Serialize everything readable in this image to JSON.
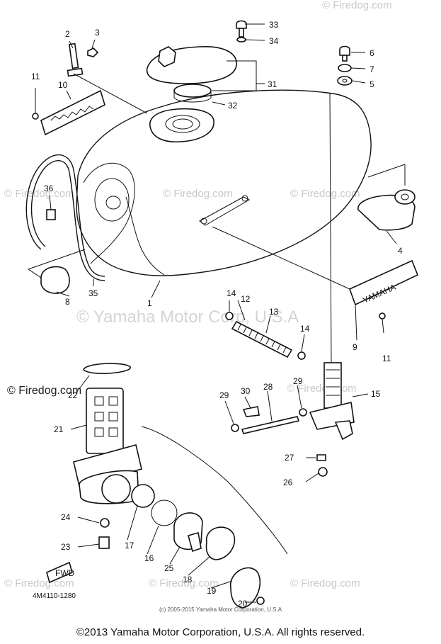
{
  "watermarks": {
    "firedog": "© Firedog.com",
    "firedog_short": "© Firedog.com",
    "firedog_print": "© Firedog.com",
    "yamaha": "© Yamaha Motor Corp, U.S.A"
  },
  "part_code": "4M4110-1280",
  "copyright_small": "(c) 2005-2015 Yamaha Motor Corporation, U.S.A",
  "copyright_main": "©2013 Yamaha Motor Corporation, U.S.A. All rights reserved.",
  "callouts": {
    "n1": "1",
    "n2": "2",
    "n3": "3",
    "n4": "4",
    "n5": "5",
    "n6": "6",
    "n7": "7",
    "n8": "8",
    "n9": "9",
    "n10": "10",
    "n11a": "11",
    "n11b": "11",
    "n12": "12",
    "n13": "13",
    "n14a": "14",
    "n14b": "14",
    "n15": "15",
    "n16": "16",
    "n17": "17",
    "n18": "18",
    "n19": "19",
    "n20": "20",
    "n21": "21",
    "n22": "22",
    "n23": "23",
    "n24": "24",
    "n25": "25",
    "n26": "26",
    "n27": "27",
    "n28": "28",
    "n29a": "29",
    "n29b": "29",
    "n30": "30",
    "n31": "31",
    "n32": "32",
    "n33": "33",
    "n34": "34",
    "n35": "35",
    "n36": "36"
  },
  "emblem_text": "YAMAHA",
  "tag_text": "FWD"
}
